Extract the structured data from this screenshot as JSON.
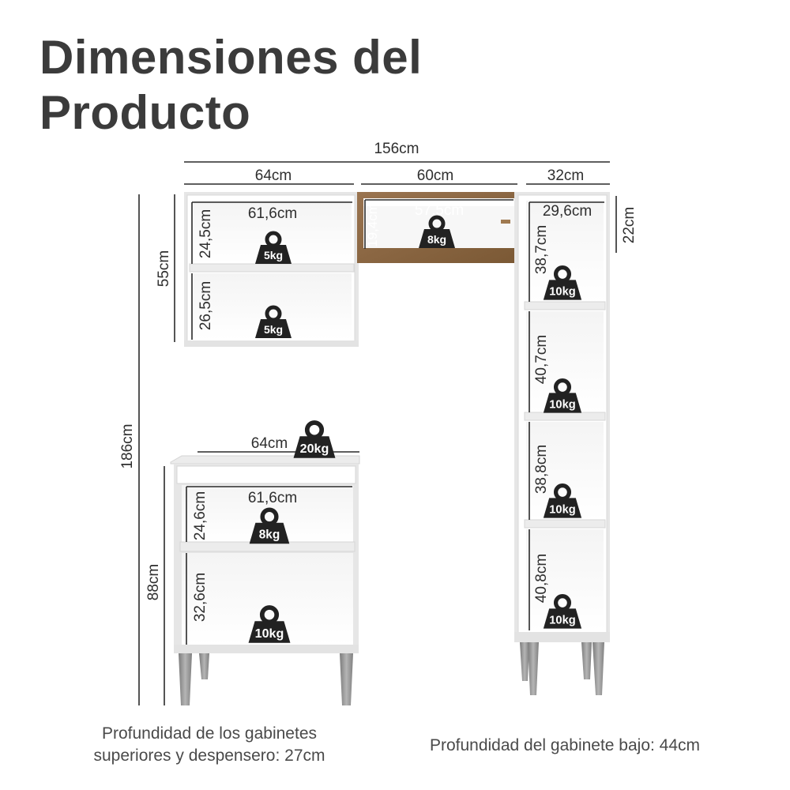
{
  "title": {
    "line1": "Dimensiones del",
    "line2": "Producto"
  },
  "dimensions": {
    "total_width": "156cm",
    "total_height": "186cm",
    "upper_left_width": "64cm",
    "upper_mid_width": "60cm",
    "pantry_width": "32cm",
    "upper_left_height": "55cm",
    "upper_mid_height": "22cm",
    "upper_left_inner_width": "61,6cm",
    "upper_left_shelf1": "24,5cm",
    "upper_left_shelf2": "26,5cm",
    "upper_mid_inner_width": "57,5cm",
    "upper_mid_inner_height": "19,4cm",
    "pantry_inner_width": "29,6cm",
    "pantry_shelf1": "38,7cm",
    "pantry_shelf2": "40,7cm",
    "pantry_shelf3": "38,8cm",
    "pantry_shelf4": "40,8cm",
    "base_width": "64cm",
    "base_height": "88cm",
    "base_inner_width": "61,6cm",
    "base_shelf1": "24,6cm",
    "base_shelf2": "32,6cm"
  },
  "weights": {
    "upper_left_1": "5kg",
    "upper_left_2": "5kg",
    "upper_mid": "8kg",
    "pantry_1": "10kg",
    "pantry_2": "10kg",
    "pantry_3": "10kg",
    "pantry_4": "10kg",
    "base_top": "20kg",
    "base_1": "8kg",
    "base_2": "10kg"
  },
  "notes": {
    "depth_upper": "Profundidad de los gabinetes superiores y despensero: 27cm",
    "depth_base": "Profundidad del gabinete bajo: 44cm"
  },
  "colors": {
    "cabinet_white": "#ffffff",
    "cabinet_edge": "#d6d6d6",
    "wood": "#8a6642",
    "leg_gray": "#9a9a9a",
    "weight_black": "#222222",
    "dim_line": "#2a2a2a"
  }
}
